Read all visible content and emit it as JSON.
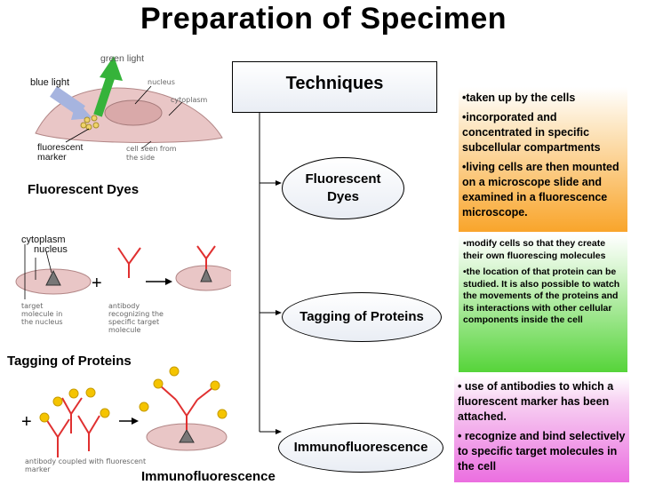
{
  "title": "Preparation of Specimen",
  "techniques": {
    "label": "Techniques",
    "items": [
      {
        "label_line1": "Fluorescent",
        "label_line2": "Dyes"
      },
      {
        "label": "Tagging of Proteins"
      },
      {
        "label": "Immunofluorescence"
      }
    ]
  },
  "notes": {
    "fluorescent_dyes": [
      "•taken up by the cells",
      "•incorporated and concentrated in specific subcellular compartments",
      "•living cells are then mounted on a microscope slide and examined in a fluorescence microscope."
    ],
    "tagging": [
      "•modify cells so that they create their own fluorescing molecules",
      "•the location of that protein can be studied. It is also possible to watch the movements of the proteins and its interactions with other cellular components inside the cell"
    ],
    "immuno": [
      "• use of antibodies to which a fluorescent marker has been attached.",
      "• recognize and bind selectively to specific target molecules in the cell"
    ]
  },
  "figures": {
    "dyes": {
      "caption": "Fluorescent Dyes",
      "green_light": "green light",
      "blue_light": "blue light",
      "nucleus": "nucleus",
      "cytoplasm": "cytoplasm",
      "marker_line1": "fluorescent",
      "marker_line2": "marker",
      "cell_line1": "cell seen from",
      "cell_line2": "the side"
    },
    "tagging": {
      "caption": "Tagging of Proteins",
      "cytoplasm": "cytoplasm",
      "nucleus": "nucleus",
      "plus": "+",
      "target_text": "target molecule in the nucleus",
      "antibody_text": "antibody recognizing the specific target molecule"
    },
    "immuno": {
      "caption": "Immunofluorescence",
      "plus": "+",
      "antibody_text": "antibody coupled with fluorescent marker"
    }
  },
  "colors": {
    "orange": "#f9a52b",
    "green": "#56d43a",
    "pink": "#eb6ee0",
    "antibody": "#e03030",
    "marker": "#f5c400"
  }
}
